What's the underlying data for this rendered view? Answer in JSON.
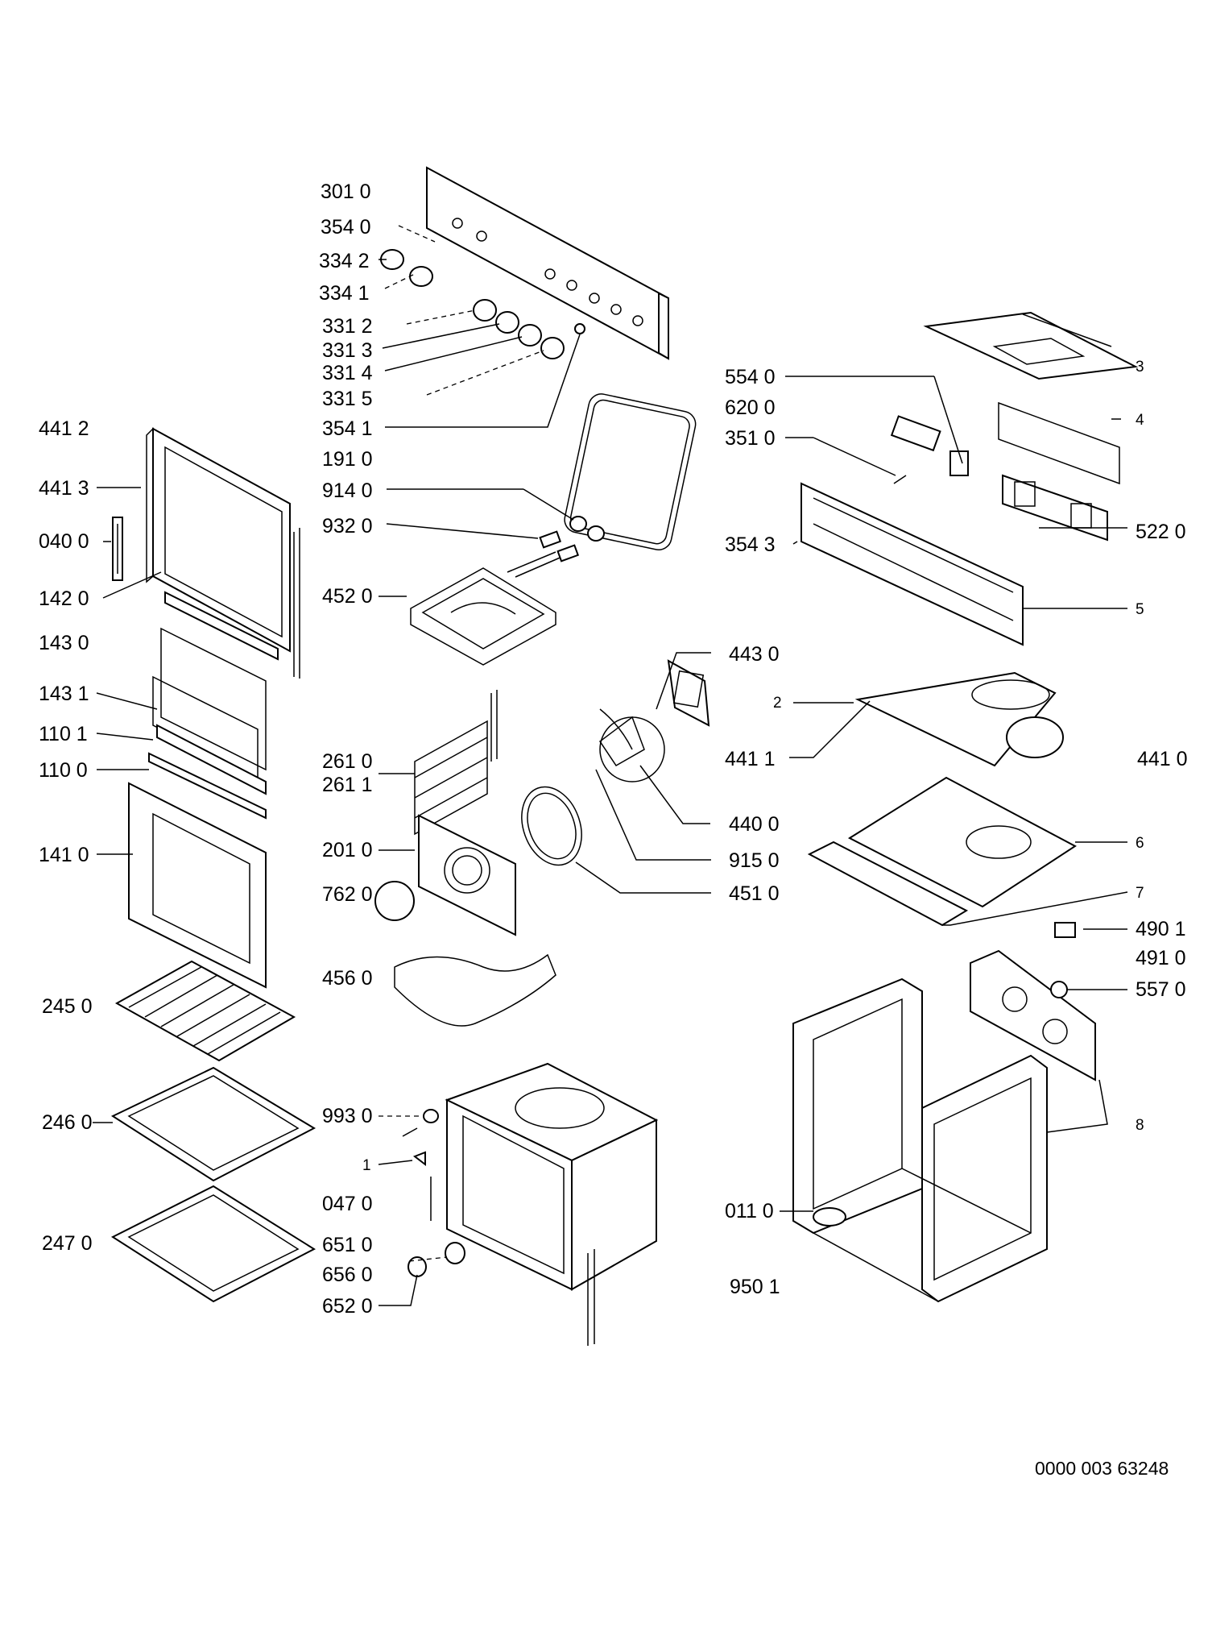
{
  "labels": {
    "l3010": "301 0",
    "l3540": "354 0",
    "l3342": "334 2",
    "l3341": "334 1",
    "l3312": "331 2",
    "l3313": "331 3",
    "l3314": "331 4",
    "l3315": "331 5",
    "l3541": "354 1",
    "l1910": "191 0",
    "l9140": "914 0",
    "l9320": "932 0",
    "l4520": "452 0",
    "l4412": "441 2",
    "l4413": "441 3",
    "l0400": "040 0",
    "l1420": "142 0",
    "l1430": "143 0",
    "l1431": "143 1",
    "l1101": "110 1",
    "l1100": "110 0",
    "l1410": "141 0",
    "l2450": "245 0",
    "l2460": "246 0",
    "l2470": "247 0",
    "l2610": "261 0",
    "l2611": "261 1",
    "l2010": "201 0",
    "l7620": "762 0",
    "l4560": "456 0",
    "l9930": "993 0",
    "l1": "1",
    "l0470": "047 0",
    "l6510": "651 0",
    "l6560": "656 0",
    "l6520": "652 0",
    "l5540": "554 0",
    "l6200": "620 0",
    "l3510": "351 0",
    "l3543": "354 3",
    "l3": "3",
    "l4": "4",
    "l5220": "522 0",
    "l5": "5",
    "l4430": "443 0",
    "l2": "2",
    "l4411": "441 1",
    "l4410": "441 0",
    "l4400": "440 0",
    "l9150": "915 0",
    "l4510": "451 0",
    "l6": "6",
    "l7": "7",
    "l4901": "490 1",
    "l4910": "491 0",
    "l5570": "557 0",
    "l8": "8",
    "l0110": "011 0",
    "l9501": "950 1"
  },
  "footer": {
    "code": "0000 003 63248"
  }
}
